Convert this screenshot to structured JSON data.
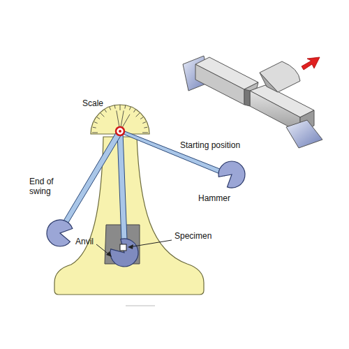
{
  "diagram": {
    "labels": [
      "Scale",
      "Starting position",
      "Hammer",
      "End of swing",
      "Specimen",
      "Anvil"
    ]
  }
}
